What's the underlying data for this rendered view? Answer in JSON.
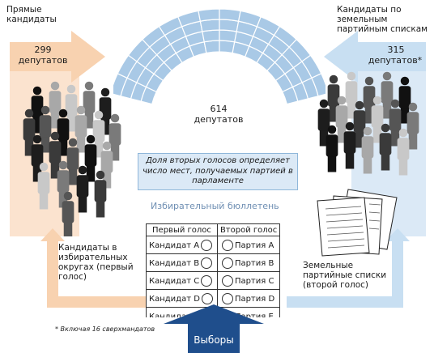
{
  "left": {
    "heading": "Прямые\nкандидаты",
    "count": "299",
    "count_unit": "депутатов",
    "bottom_label": "Кандидаты в избирательных округах (первый голос)"
  },
  "right": {
    "heading": "Кандидаты по\nземельным\nпартийным спискам",
    "count": "315",
    "count_unit": "депутатов*",
    "bottom_label": "Земельные партийные списки (второй голос)"
  },
  "parliament": {
    "count": "614",
    "count_unit": "депутатов"
  },
  "callout": "Доля вторых голосов определяет число мест, получаемых партией в парламенте",
  "ballot": {
    "title": "Избирательный бюллетень",
    "col1_header": "Первый голос",
    "col2_header": "Второй голос",
    "rows": [
      {
        "candidate": "Кандидат А",
        "party": "Партия А"
      },
      {
        "candidate": "Кандидат B",
        "party": "Партия B"
      },
      {
        "candidate": "Кандидат C",
        "party": "Партия C"
      },
      {
        "candidate": "Кандидат D",
        "party": "Партия D"
      },
      {
        "candidate": "Кандидат E",
        "party": "Партия E"
      }
    ]
  },
  "elections_label": "Выборы",
  "footnote": "* Включая 16 сверхмандатов",
  "colors": {
    "orange": "#f8d2b0",
    "blue": "#c8dff2",
    "navy": "#1f4e8c",
    "seats": "#a9c9e6"
  }
}
